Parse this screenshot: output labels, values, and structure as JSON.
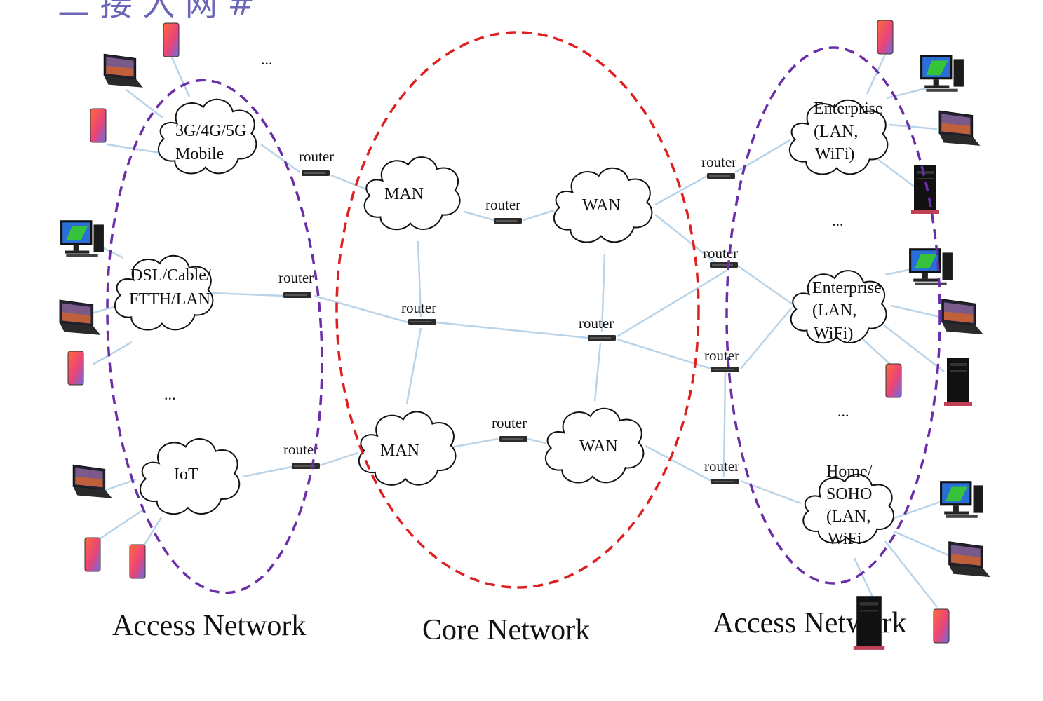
{
  "header_partial": "二 接 入 网 #",
  "captions": {
    "left": "Access Network",
    "center": "Core Network",
    "right": "Access Network"
  },
  "router_label": "router",
  "ellipsis": "...",
  "clouds": {
    "mobile": [
      "3G/4G/5G",
      "Mobile"
    ],
    "dsl": [
      "DSL/Cable/",
      "FTTH/LAN"
    ],
    "iot": [
      "IoT"
    ],
    "man_top": [
      "MAN"
    ],
    "wan_top": [
      "WAN"
    ],
    "man_bottom": [
      "MAN"
    ],
    "wan_bottom": [
      "WAN"
    ],
    "enterprise_top": [
      "Enterprise",
      "(LAN,",
      "WiFi)"
    ],
    "enterprise_mid": [
      "Enterprise",
      "(LAN,",
      "WiFi)"
    ],
    "home": [
      "Home/",
      "SOHO",
      "(LAN,",
      "WiFi"
    ]
  },
  "colors": {
    "access_boundary": "#6a2fa8",
    "core_boundary": "#e01f1f",
    "link": "#b9d3e8",
    "header": "#6b66b8"
  },
  "icons": [
    "phone-icon",
    "laptop-icon",
    "desktop-icon",
    "tower-pc-icon",
    "router-icon",
    "cloud-icon"
  ]
}
